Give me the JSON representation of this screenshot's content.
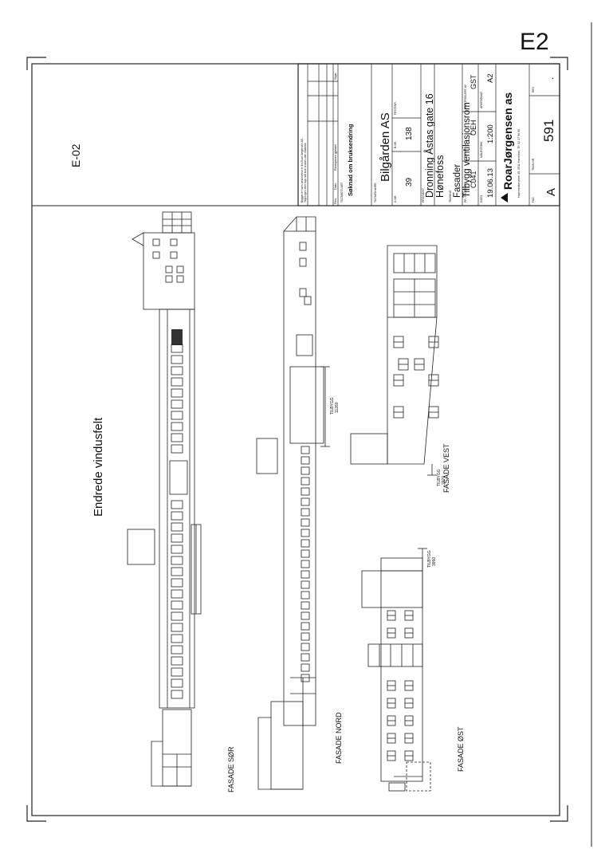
{
  "corner_mark": "E2",
  "sheet_id": "E-02",
  "change_note": "Endrede vindusfelt",
  "facades": {
    "south": "FASADE SØR",
    "north": "FASADE NORD",
    "west": "FASADE VEST",
    "east": "FASADE ØST"
  },
  "dimensions": {
    "north": {
      "label": "TILBYGG",
      "value": "11260"
    },
    "west": {
      "label": "TILBYGG",
      "value": "2370"
    },
    "east": {
      "label": "TILBYGG",
      "value": "3950"
    }
  },
  "title_block": {
    "copyright_line1": "Bygget er hans beskrivelse er fra Roar Jørgensen AS.",
    "copyright_line2": "Tegningen eller kopi må ikke brukes uten tillatelse.",
    "revision_headers": {
      "rev": "Rev.",
      "date": "Dato",
      "text": "Revisjonen gjelder",
      "sign": "Sign."
    },
    "purpose_label": "TILTAKETS ART",
    "purpose": "Søknad om bruksendring",
    "owner_label": "TILTAKSHAVER",
    "owner": "Bilgården AS",
    "gnr_label": "G.NR.",
    "gnr": "39",
    "bnr_label": "B.NR.",
    "bnr": "138",
    "fnr_label": "FESTENR.",
    "project_label": "PROSJEKT",
    "project_line1": "Dronning Åstas gate 16",
    "project_line2": "Hønefoss",
    "drawing_label": "TEGNING",
    "drawing_line1": "Fasader",
    "drawing_line2": "Tilbygg ventilasjonsrom",
    "projno_label": "PR. PROSJ.NR.",
    "projno": "C041",
    "drawn_label": "TEGNET AV",
    "drawn": "OEH",
    "checked_label": "KONTROLLERT AV",
    "checked": "GST",
    "date_label": "DATO",
    "date": "19.06.13",
    "scale_label": "MÅLESTOKK",
    "scale": "1:200",
    "format_label": "ARKFORMAT",
    "format": "A2",
    "company": "RoarJørgensen as",
    "company_address": "Haermeisterveien 45, 3511 Hønefoss, Tlf: 32 17 90 00",
    "fag_label": "FAG",
    "fag": "A",
    "drawing_no_label": "TEGN.NR.",
    "drawing_no": "591",
    "rev_label": "REV.",
    "rev": "."
  }
}
